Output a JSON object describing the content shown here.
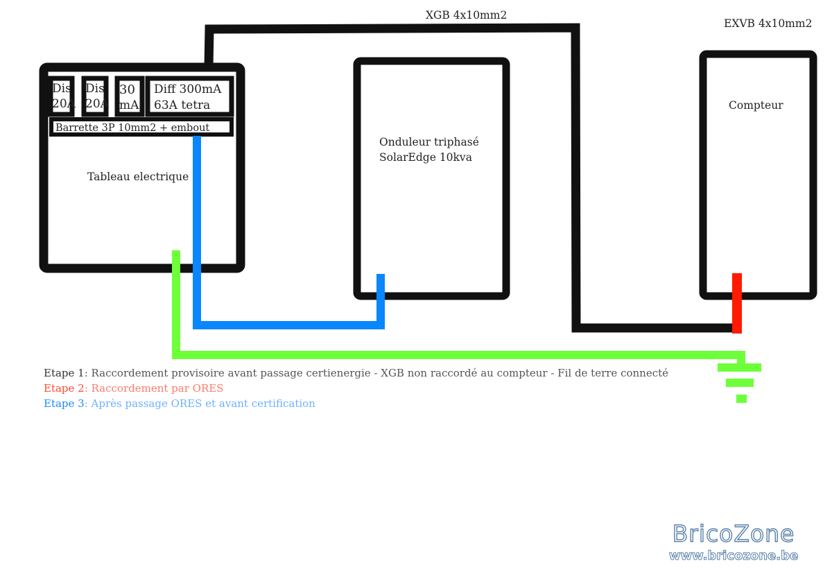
{
  "colors": {
    "box": "#111111",
    "etape1": "#6dff3a",
    "etape2": "#ff1a00",
    "etape3": "#0a86ff",
    "legend_text1": "#555555",
    "legend_text2": "#ff7b6b",
    "legend_text3": "#6fb0ff",
    "brand": "#5a82a8"
  },
  "cables": {
    "xgb": "XGB 4x10mm2",
    "exvb": "EXVB 4x10mm2"
  },
  "tableau": {
    "label": "Tableau electrique",
    "breakers": [
      {
        "line1": "Dis",
        "line2": "20A"
      },
      {
        "line1": "Dis",
        "line2": "20A"
      },
      {
        "line1": "30",
        "line2": "mA"
      }
    ],
    "diff": {
      "line1": "Diff 300mA",
      "line2": "63A tetra"
    },
    "barrette": "Barrette 3P 10mm2 + embout"
  },
  "onduleur": {
    "line1": "Onduleur triphasé",
    "line2": "SolarEdge 10kva"
  },
  "compteur": {
    "label": "Compteur"
  },
  "legend": [
    {
      "title": "Etape 1",
      "text": ": Raccordement provisoire avant passage certienergie - XGB non raccordé au compteur - Fil de terre connecté"
    },
    {
      "title": "Etape 2",
      "text": ": Raccordement par ORES"
    },
    {
      "title": "Etape 3",
      "text": ": Après passage ORES et avant certification"
    }
  ],
  "brand": {
    "name": "BricoZone",
    "url": "www.bricozone.be"
  }
}
